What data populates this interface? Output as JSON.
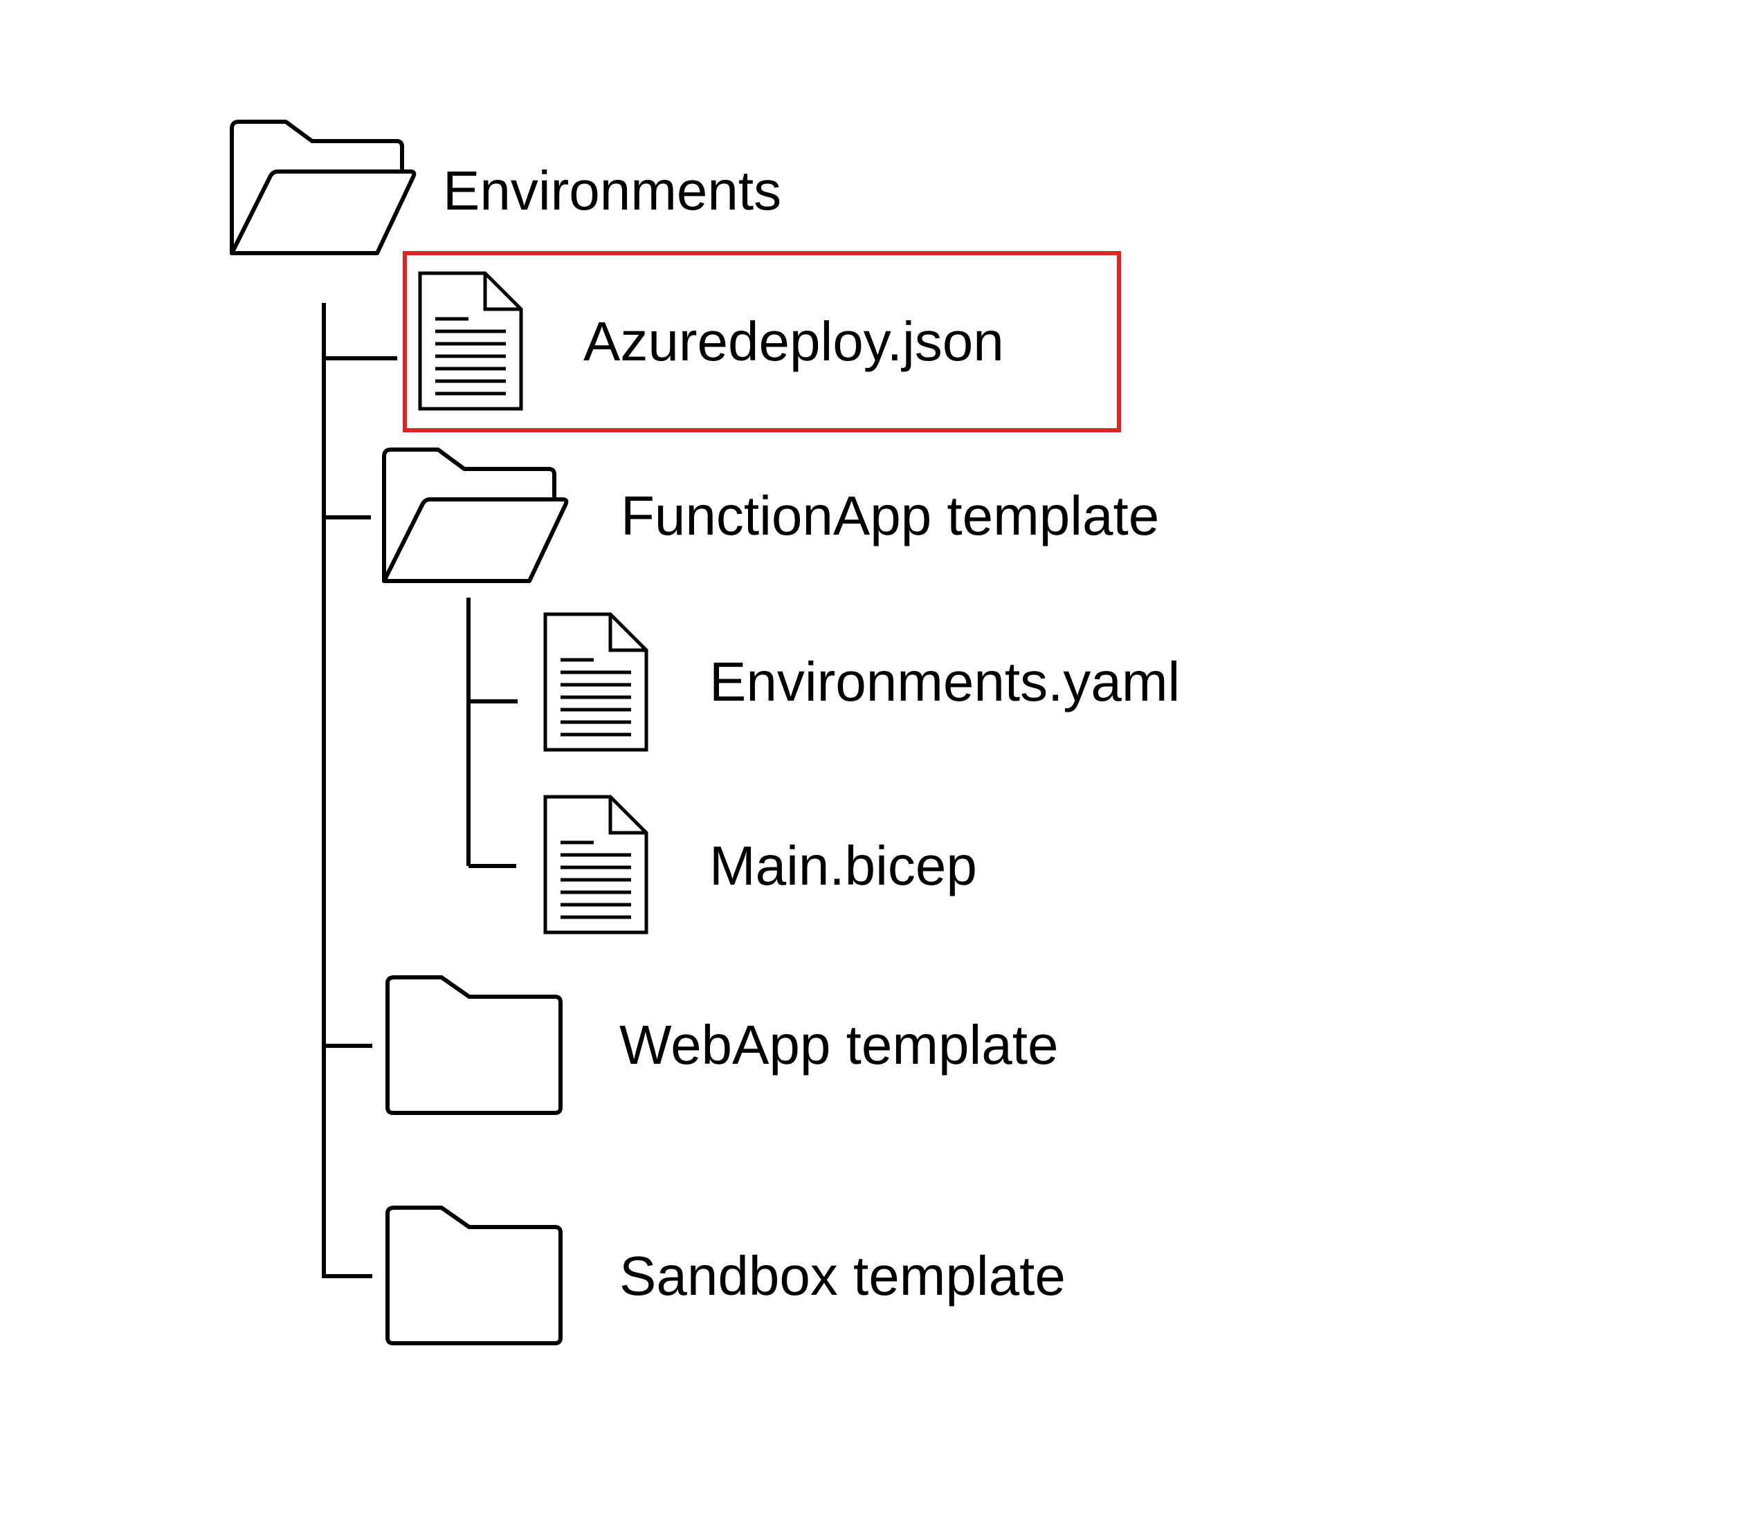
{
  "tree": {
    "root": {
      "label": "Environments",
      "icon": "folder-open-icon"
    },
    "items": [
      {
        "key": "azuredeploy",
        "label": "Azuredeploy.json",
        "icon": "document-icon",
        "highlighted": true
      },
      {
        "key": "functionapp",
        "label": "FunctionApp template",
        "icon": "folder-open-icon",
        "children": [
          {
            "key": "envyaml",
            "label": "Environments.yaml",
            "icon": "document-icon"
          },
          {
            "key": "mainbicep",
            "label": "Main.bicep",
            "icon": "document-icon"
          }
        ]
      },
      {
        "key": "webapp",
        "label": "WebApp template",
        "icon": "folder-closed-icon"
      },
      {
        "key": "sandbox",
        "label": "Sandbox template",
        "icon": "folder-closed-icon"
      }
    ]
  },
  "colors": {
    "stroke": "#000000",
    "highlight": "#e02424",
    "background": "#ffffff"
  }
}
